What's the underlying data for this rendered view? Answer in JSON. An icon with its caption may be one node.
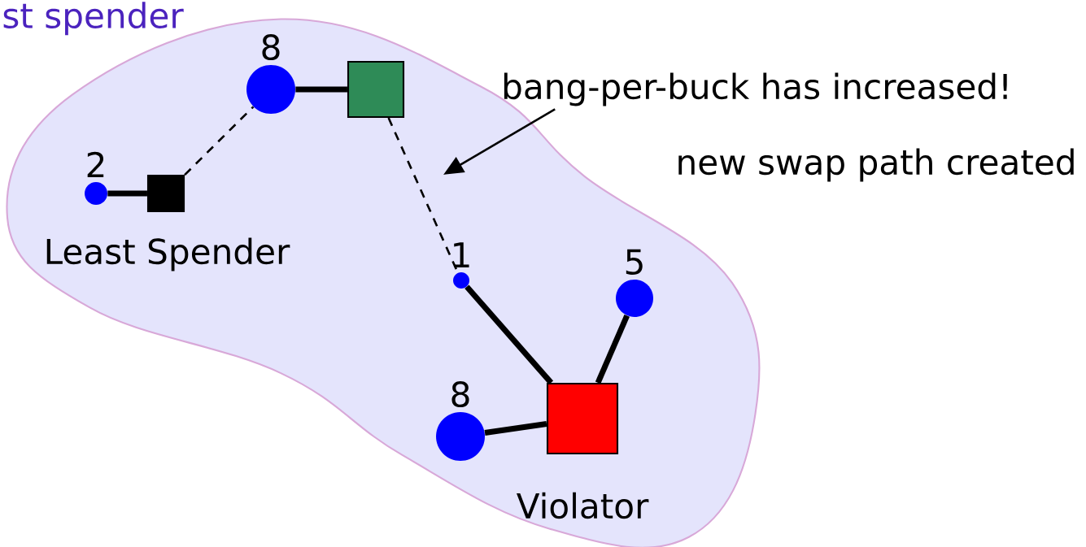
{
  "diagram": {
    "nodes": [
      {
        "text": [],
        "shape": "cloud"
      },
      {
        "text": [
          "2"
        ],
        "in": 0
      },
      {
        "text": [],
        "shape": "box",
        "in": 0
      },
      {
        "text": [
          "8"
        ],
        "in": 0
      },
      {
        "text": [],
        "shape": "box",
        "in": 0
      },
      {
        "text": [
          "1"
        ],
        "in": 0
      },
      {
        "text": [
          "5"
        ],
        "in": 0
      },
      {
        "text": [
          "8"
        ],
        "in": 0
      },
      {
        "text": [],
        "shape": "box",
        "in": 0
      },
      {
        "text": [
          "bang-per-buck has increased!"
        ]
      }
    ],
    "edges": [
      {
        "from": 1,
        "to": 2,
        "arrow": "none"
      },
      {
        "from": 2,
        "to": 3,
        "arrow": "none",
        "style": "dashed"
      },
      {
        "from": 3,
        "to": 4,
        "arrow": "none"
      },
      {
        "from": 4,
        "to": 5,
        "arrow": "none",
        "style": "dashed"
      },
      {
        "from": 5,
        "to": 8,
        "arrow": "none"
      },
      {
        "from": 6,
        "to": 8,
        "arrow": "none"
      },
      {
        "from": 7,
        "to": 8,
        "arrow": "none"
      },
      {
        "from": 9,
        "to": null,
        "arrow": "to"
      }
    ],
    "labels": [
      "st spender",
      "Least Spender",
      "new swap path created",
      "Violator"
    ]
  }
}
